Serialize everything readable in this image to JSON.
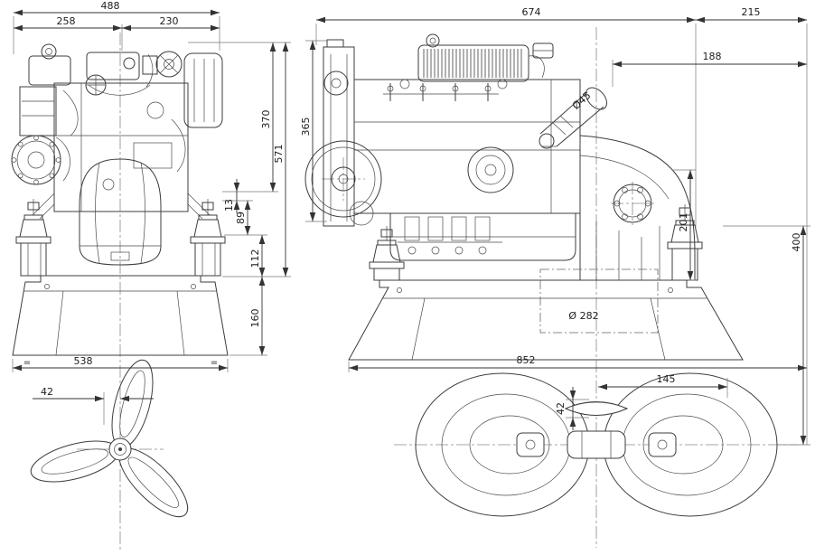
{
  "front_view": {
    "dims": {
      "overall_width": "488",
      "width_left": "258",
      "width_right": "230",
      "height_370": "370",
      "height_571": "571",
      "d13": "13",
      "d89": "89",
      "d112": "112",
      "d160": "160",
      "base_width": "538",
      "eq": "=",
      "prop_offset": "42"
    }
  },
  "side_view": {
    "dims": {
      "overall_length": "674",
      "d215": "215",
      "d188": "188",
      "height_365": "365",
      "exhaust_dia": "Ø45",
      "d201": "201",
      "circle_dia": "Ø 282",
      "base_length": "852",
      "d145": "145",
      "hub_width": "42",
      "d400": "400"
    }
  }
}
